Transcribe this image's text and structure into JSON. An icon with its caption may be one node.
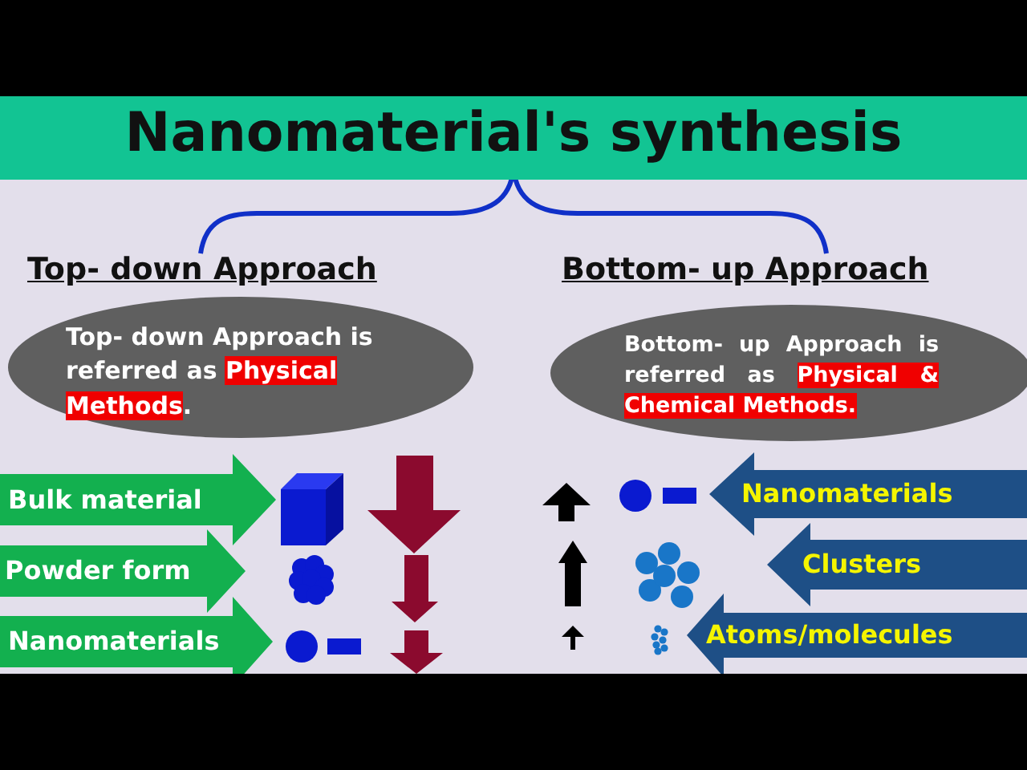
{
  "diagram": {
    "title": "Nanomaterial's synthesis",
    "nodes": [
      {
        "text": [
          "Top- down Approach is referred as **Physical Methods**."
        ]
      },
      {
        "text": [
          "Bottom- up Approach is referred as **Physical & Chemical Methods.**"
        ]
      },
      {
        "text": [
          "Bulk material"
        ]
      },
      {
        "text": [
          "Powder form"
        ]
      },
      {
        "text": [
          "Nanomaterials"
        ]
      },
      {
        "text": [
          "Nanomaterials"
        ]
      },
      {
        "text": [
          "Clusters"
        ]
      },
      {
        "text": [
          "Atoms/molecules"
        ]
      }
    ],
    "labels": [
      "Top- down Approach",
      "Bottom- up Approach"
    ]
  }
}
